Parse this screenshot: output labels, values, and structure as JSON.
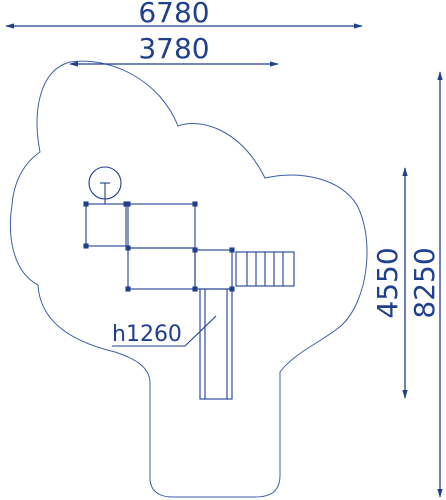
{
  "dimensions": {
    "overall_width": "6780",
    "structure_width": "3780",
    "structure_depth": "4550",
    "overall_depth": "8250"
  },
  "labels": {
    "slide_height": "h1260"
  },
  "colors": {
    "line": "#1f3f8f",
    "outline": "#3b5fa8",
    "background": "#ffffff"
  }
}
